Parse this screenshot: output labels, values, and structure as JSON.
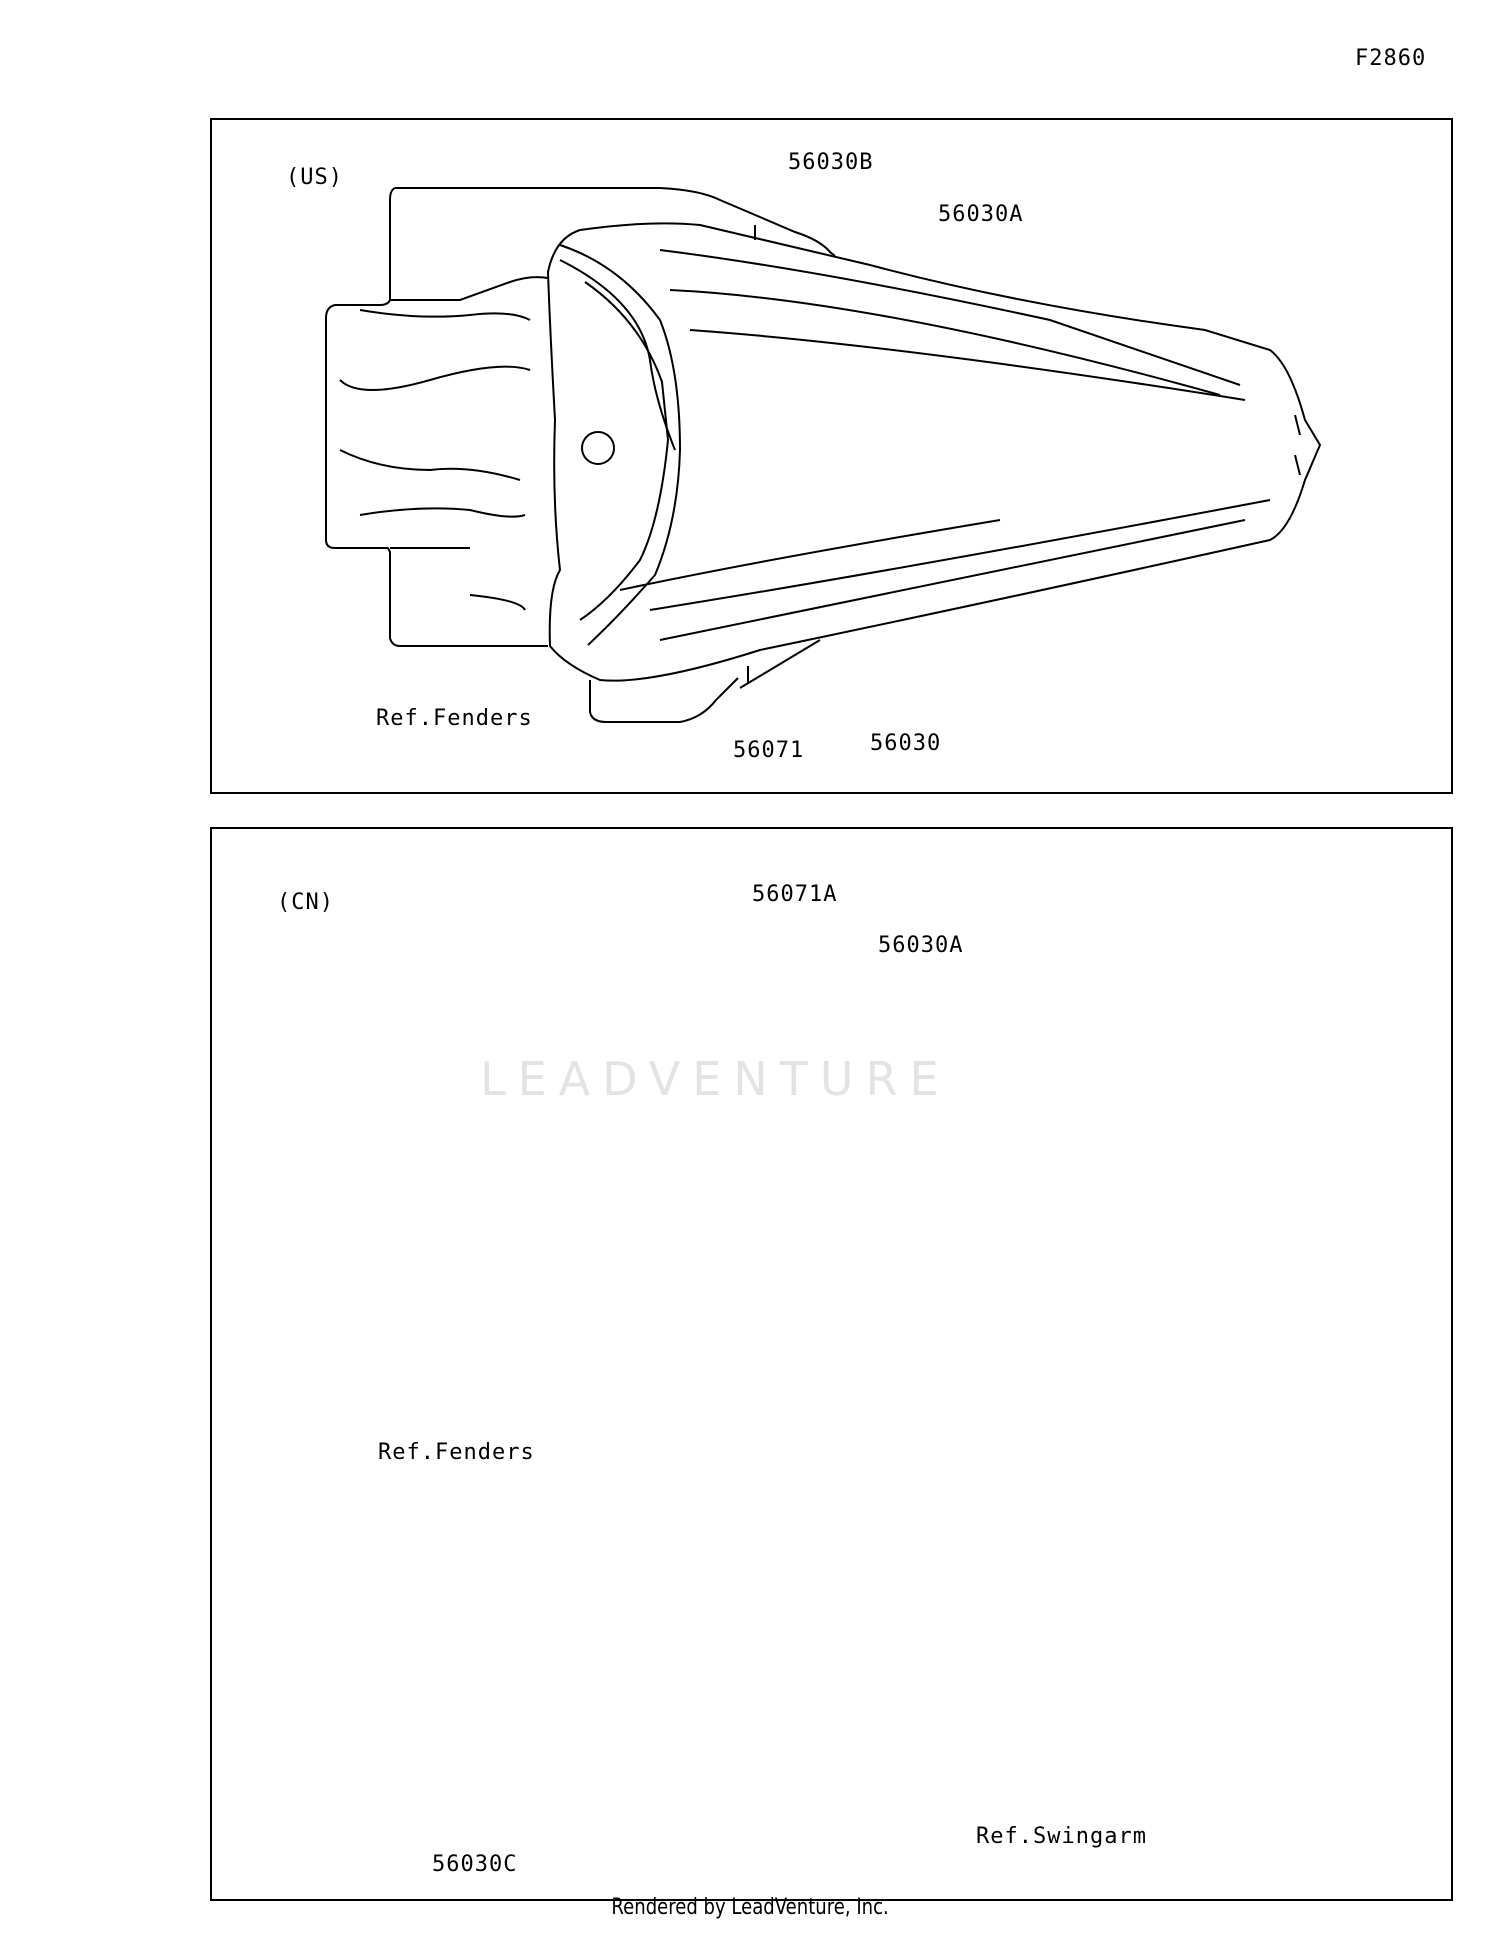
{
  "figure_id": "F2860",
  "watermark": "LEADVENTURE",
  "footer": "Rendered by LeadVenture, Inc.",
  "us_panel": {
    "region": "(US)",
    "labels": {
      "p56030B": "56030B",
      "p56030A": "56030A",
      "ref_fenders": "Ref.Fenders",
      "p56071": "56071",
      "p56030": "56030"
    }
  },
  "cn_panel": {
    "region": "(CN)",
    "labels": {
      "p56071A": "56071A",
      "p56030A": "56030A",
      "ref_fenders": "Ref.Fenders",
      "p56030C": "56030C",
      "ref_swingarm": "Ref.Swingarm"
    }
  }
}
